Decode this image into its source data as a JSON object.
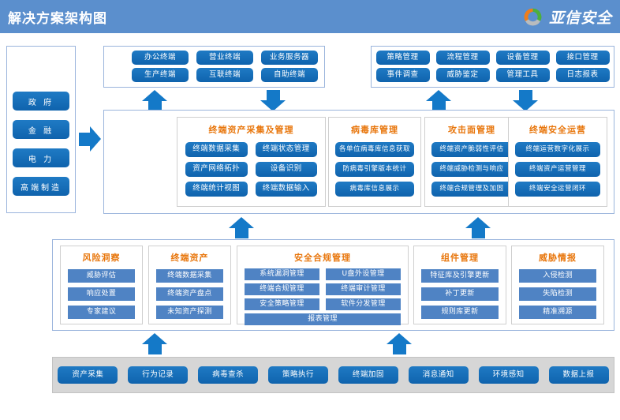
{
  "header": {
    "title": "解决方案架构图",
    "brand_text": "亚信安全",
    "brand_icon": "ring-logo-icon",
    "bg_color": "#5b8fcd"
  },
  "colors": {
    "header_blue": "#5b8fcd",
    "pill_blue": "#0f63ad",
    "flat_blue": "#4f83c4",
    "group_title_orange": "#e8760c",
    "arrow_blue": "#1479c8",
    "panel_border": "#9ab4dc",
    "bottom_bar_grey": "#d6d6d6"
  },
  "sidebar": {
    "items": [
      {
        "label": "政  府"
      },
      {
        "label": "金  融"
      },
      {
        "label": "电  力"
      },
      {
        "label": "高端制造"
      }
    ]
  },
  "terminals": {
    "row1": [
      {
        "label": "办公终端"
      },
      {
        "label": "营业终端"
      },
      {
        "label": "业务服务器"
      }
    ],
    "row2": [
      {
        "label": "生产终端"
      },
      {
        "label": "互联终端"
      },
      {
        "label": "自助终端"
      }
    ]
  },
  "management": {
    "row1": [
      {
        "label": "策略管理"
      },
      {
        "label": "流程管理"
      },
      {
        "label": "设备管理"
      },
      {
        "label": "接口管理"
      }
    ],
    "row2": [
      {
        "label": "事件调查"
      },
      {
        "label": "威胁鉴定"
      },
      {
        "label": "管理工具"
      },
      {
        "label": "日志报表"
      }
    ]
  },
  "platform_groups": [
    {
      "title": "终端资产采集及管理",
      "columns": 2,
      "items": [
        {
          "label": "终端数据采集"
        },
        {
          "label": "终端状态管理"
        },
        {
          "label": "资产网络拓扑"
        },
        {
          "label": "设备识别"
        },
        {
          "label": "终端统计视图"
        },
        {
          "label": "终端数据输入"
        }
      ]
    },
    {
      "title": "病毒库管理",
      "columns": 1,
      "items": [
        {
          "label": "各单位病毒库信息获取"
        },
        {
          "label": "防病毒引擎版本统计"
        },
        {
          "label": "病毒库信息展示"
        }
      ]
    },
    {
      "title": "攻击面管理",
      "columns": 1,
      "items": [
        {
          "label": "终端资产脆弱性评估"
        },
        {
          "label": "终端威胁检测与响应"
        },
        {
          "label": "终端合规管理及加固"
        }
      ]
    },
    {
      "title": "终端安全运营",
      "columns": 1,
      "items": [
        {
          "label": "终端运营数字化展示"
        },
        {
          "label": "终端资产运营管理"
        },
        {
          "label": "终端安全运营闭环"
        }
      ]
    }
  ],
  "capability_groups": [
    {
      "title": "风险洞察",
      "columns": 1,
      "items": [
        {
          "label": "威胁评估"
        },
        {
          "label": "响应处置"
        },
        {
          "label": "专家建议"
        }
      ],
      "full_width_item": null
    },
    {
      "title": "终端资产",
      "columns": 1,
      "items": [
        {
          "label": "终端数据采集"
        },
        {
          "label": "终端资产盘点"
        },
        {
          "label": "未知资产探测"
        }
      ],
      "full_width_item": null
    },
    {
      "title": "安全合规管理",
      "columns": 2,
      "items": [
        {
          "label": "系统漏洞管理"
        },
        {
          "label": "U盘外设管理"
        },
        {
          "label": "终端合规管理"
        },
        {
          "label": "终端审计管理"
        },
        {
          "label": "安全策略管理"
        },
        {
          "label": "软件分发管理"
        }
      ],
      "full_width_item": {
        "label": "报表管理"
      }
    },
    {
      "title": "组件管理",
      "columns": 1,
      "items": [
        {
          "label": "特征库及引擎更新"
        },
        {
          "label": "补丁更新"
        },
        {
          "label": "规则库更新"
        }
      ],
      "full_width_item": null
    },
    {
      "title": "威胁情报",
      "columns": 1,
      "items": [
        {
          "label": "入侵检测"
        },
        {
          "label": "失陷检测"
        },
        {
          "label": "精准溯源"
        }
      ],
      "full_width_item": null
    }
  ],
  "agent_bar": {
    "items": [
      {
        "label": "资产采集"
      },
      {
        "label": "行为记录"
      },
      {
        "label": "病毒查杀"
      },
      {
        "label": "策略执行"
      },
      {
        "label": "终端加固"
      },
      {
        "label": "消息通知"
      },
      {
        "label": "环境感知"
      },
      {
        "label": "数据上报"
      }
    ]
  },
  "arrows": [
    {
      "name": "arrow-industry-to-terminals",
      "dir": "right"
    },
    {
      "name": "arrow-terminals-up",
      "dir": "up"
    },
    {
      "name": "arrow-terminals-down",
      "dir": "down"
    },
    {
      "name": "arrow-management-up",
      "dir": "up"
    },
    {
      "name": "arrow-management-down",
      "dir": "down"
    },
    {
      "name": "arrow-capability-to-platform-left",
      "dir": "up"
    },
    {
      "name": "arrow-capability-to-platform-right",
      "dir": "up"
    },
    {
      "name": "arrow-agent-to-capability-left",
      "dir": "up"
    },
    {
      "name": "arrow-agent-to-capability-right",
      "dir": "up"
    }
  ]
}
